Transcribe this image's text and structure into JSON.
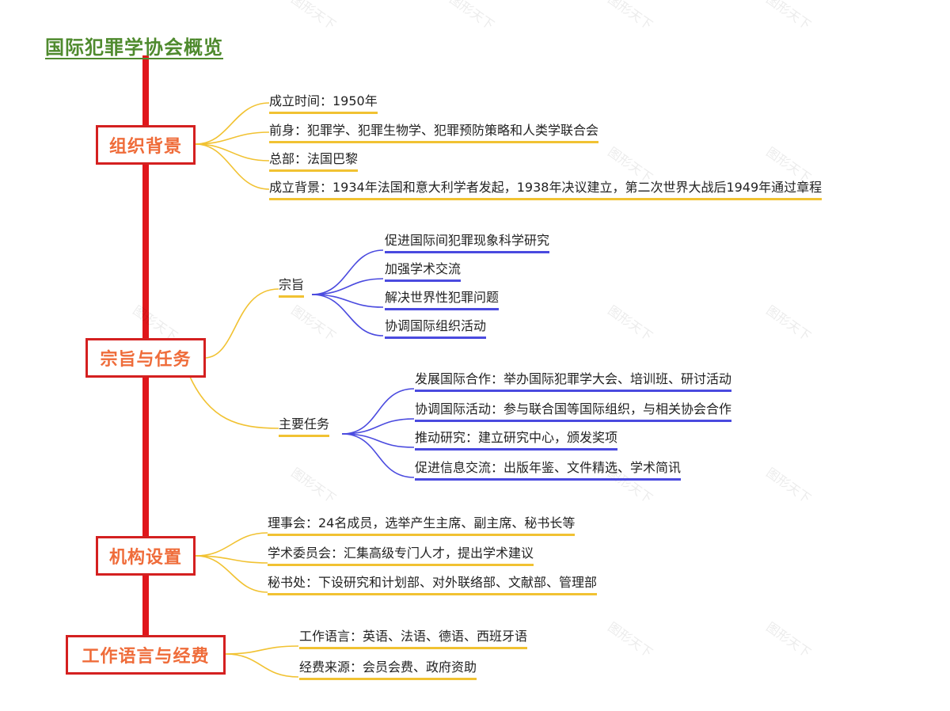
{
  "title": "国际犯罪学协会概览",
  "colors": {
    "spine": "#e0161b",
    "branch_border": "#d42020",
    "branch_text": "#ef6c3a",
    "title": "#4f8a2e",
    "yellow_link": "#f1c232",
    "blue_link": "#4a4adf"
  },
  "branches": {
    "background": {
      "label": "组织背景",
      "items": [
        "成立时间：1950年",
        "前身：犯罪学、犯罪生物学、犯罪预防策略和人类学联合会",
        "总部：法国巴黎",
        "成立背景：1934年法国和意大利学者发起，1938年决议建立，第二次世界大战后1949年通过章程"
      ]
    },
    "mission": {
      "label": "宗旨与任务",
      "purpose": {
        "label": "宗旨",
        "items": [
          "促进国际间犯罪现象科学研究",
          "加强学术交流",
          "解决世界性犯罪问题",
          "协调国际组织活动"
        ]
      },
      "tasks": {
        "label": "主要任务",
        "items": [
          "发展国际合作：举办国际犯罪学大会、培训班、研讨活动",
          "协调国际活动：参与联合国等国际组织，与相关协会合作",
          "推动研究：建立研究中心，颁发奖项",
          "促进信息交流：出版年鉴、文件精选、学术简讯"
        ]
      }
    },
    "structure": {
      "label": "机构设置",
      "items": [
        "理事会：24名成员，选举产生主席、副主席、秘书长等",
        "学术委员会：汇集高级专门人才，提出学术建议",
        "秘书处：下设研究和计划部、对外联络部、文献部、管理部"
      ]
    },
    "language": {
      "label": "工作语言与经费",
      "items": [
        "工作语言：英语、法语、德语、西班牙语",
        "经费来源：会员会费、政府资助"
      ]
    }
  },
  "watermark": "图形天下"
}
